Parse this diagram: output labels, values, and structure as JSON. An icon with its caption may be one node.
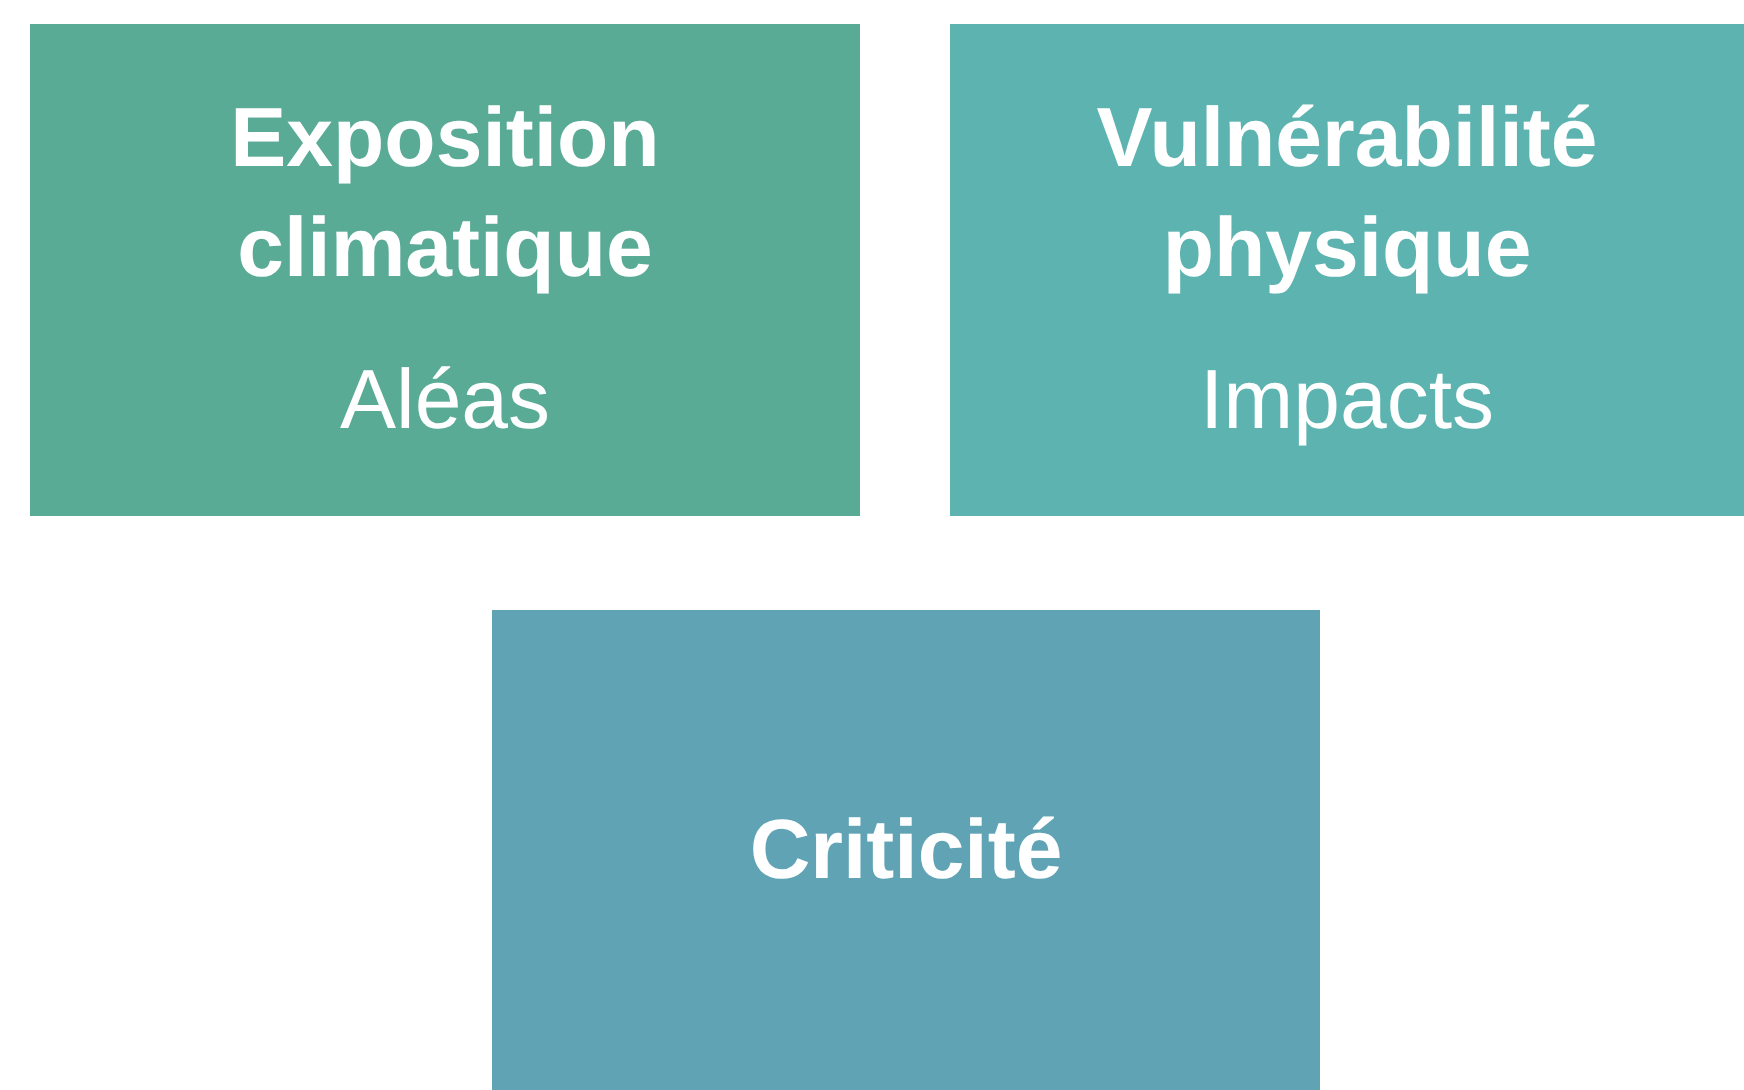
{
  "diagram": {
    "nodes": [
      {
        "text": [
          "Exposition climatique",
          "Aléas"
        ]
      },
      {
        "text": [
          "Vulnérabilité physique",
          "Impacts"
        ]
      },
      {
        "text": [
          "Criticité"
        ]
      }
    ]
  }
}
